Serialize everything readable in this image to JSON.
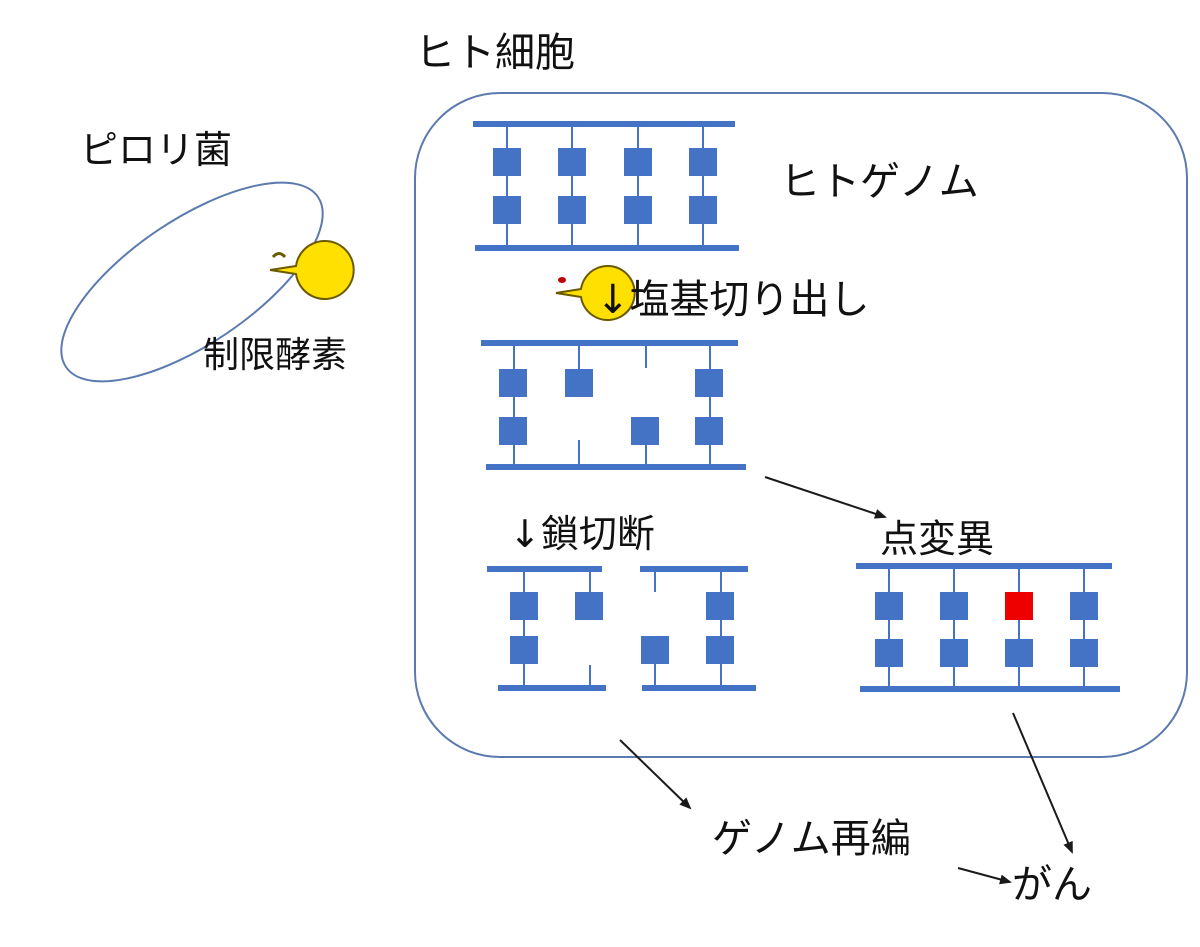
{
  "labels": {
    "human_cell": "ヒト細胞",
    "pylori": "ピロリ菌",
    "restriction_enzyme": "制限酵素",
    "human_genome": "ヒトゲノム",
    "base_excision": "↓塩基切り出し",
    "strand_break": "↓鎖切断",
    "point_mutation": "点変異",
    "genome_rearrangement": "ゲノム再編",
    "cancer": "がん"
  },
  "colors": {
    "dna_blue": "#4472c4",
    "mutation_red": "#ee0000",
    "outline_blue": "#5b7bb0",
    "enzyme_yellow": "#ffe000",
    "enzyme_outline": "#6b5a00",
    "enzyme_eye": "#c00000",
    "arrow": "#1a1a1a"
  },
  "icons": [
    "pacman-enzyme-icon"
  ]
}
